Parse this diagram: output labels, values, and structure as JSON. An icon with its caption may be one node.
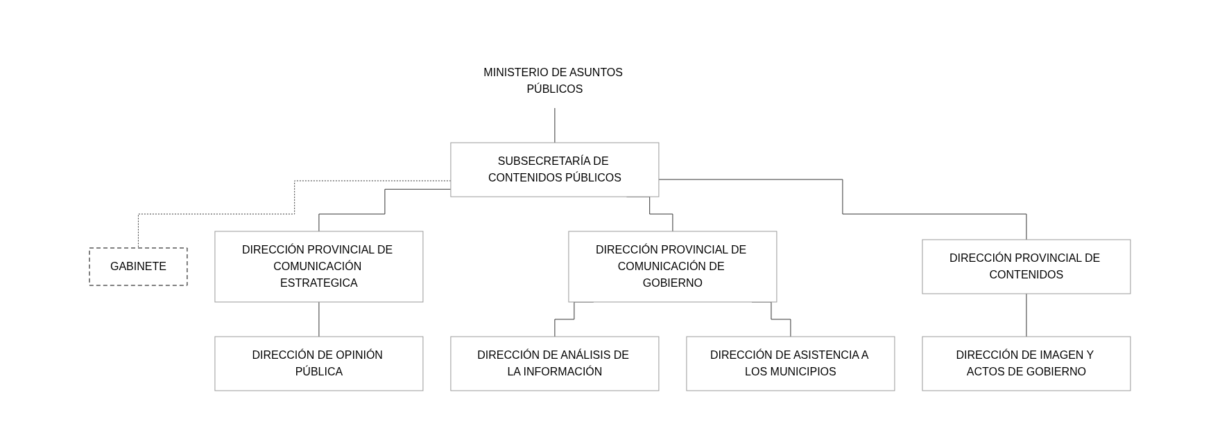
{
  "diagram": {
    "nodes": [
      {
        "text": [
          "MINISTERIO DE ASUNTOS PÚBLICOS"
        ]
      },
      {
        "text": [
          "SUBSECRETARÍA DE CONTENIDOS PÚBLICOS"
        ]
      },
      {
        "text": [
          "GABINETE"
        ]
      },
      {
        "text": [
          "DIRECCIÓN PROVINCIAL DE COMUNICACIÓN ESTRATEGICA"
        ]
      },
      {
        "text": [
          "DIRECCIÓN PROVINCIAL DE COMUNICACIÓN DE GOBIERNO"
        ]
      },
      {
        "text": [
          "DIRECCIÓN PROVINCIAL DE CONTENIDOS"
        ]
      },
      {
        "text": [
          "DIRECCIÓN DE OPINIÓN PÚBLICA"
        ]
      },
      {
        "text": [
          "DIRECCIÓN DE ANÁLISIS DE LA INFORMACIÓN"
        ]
      },
      {
        "text": [
          "DIRECCIÓN DE ASISTENCIA A LOS MUNICIPIOS"
        ]
      },
      {
        "text": [
          "DIRECCIÓN DE IMAGEN Y ACTOS DE GOBIERNO"
        ]
      }
    ],
    "edges": [
      {
        "from": 0,
        "to": 1,
        "arrow": "none"
      },
      {
        "from": 1,
        "to": 2,
        "arrow": "none",
        "style": "dashed"
      },
      {
        "from": 1,
        "to": 3,
        "arrow": "none"
      },
      {
        "from": 1,
        "to": 4,
        "arrow": "none"
      },
      {
        "from": 1,
        "to": 5,
        "arrow": "none"
      },
      {
        "from": 3,
        "to": 6,
        "arrow": "none"
      },
      {
        "from": 4,
        "to": 7,
        "arrow": "none"
      },
      {
        "from": 4,
        "to": 8,
        "arrow": "none"
      },
      {
        "from": 5,
        "to": 9,
        "arrow": "none"
      }
    ]
  }
}
